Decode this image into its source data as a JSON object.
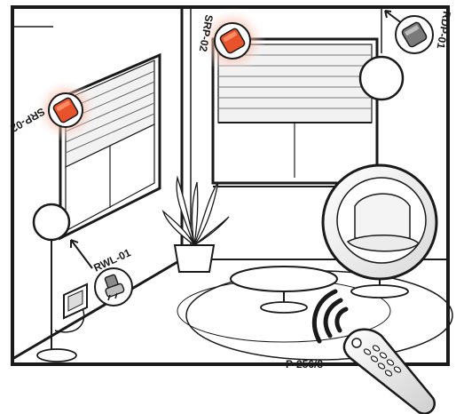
{
  "labels": {
    "srp_left": "SRP-02",
    "srp_right": "SRP-02",
    "rdp": "RDP-01",
    "rwl": "RWL-01",
    "remote": "P-256/8"
  },
  "icons": {
    "srp_left": "roller-shutter-module-icon",
    "srp_right": "roller-shutter-module-icon",
    "rdp": "dimmer-module-icon",
    "rwl": "plug-in-receiver-icon",
    "remote": "remote-control-icon",
    "signal": "wireless-signal-icon"
  },
  "colors": {
    "module_active": "#e8532b",
    "module_glow": "#f7a48c",
    "module_inactive": "#6e6e6e",
    "line": "#1a1a1a"
  }
}
